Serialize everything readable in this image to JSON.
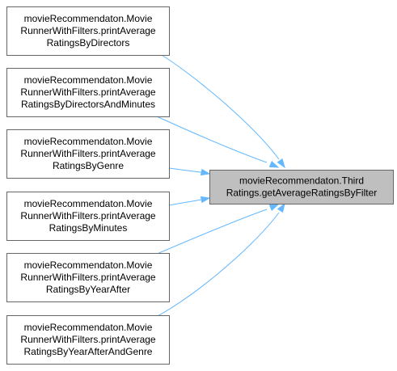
{
  "diagram": {
    "target": {
      "lines": [
        "movieRecommendaton.Third",
        "Ratings.getAverageRatingsByFilter"
      ]
    },
    "callers": [
      {
        "lines": [
          "movieRecommendaton.Movie",
          "RunnerWithFilters.printAverage",
          "RatingsByDirectors"
        ]
      },
      {
        "lines": [
          "movieRecommendaton.Movie",
          "RunnerWithFilters.printAverage",
          "RatingsByDirectorsAndMinutes"
        ]
      },
      {
        "lines": [
          "movieRecommendaton.Movie",
          "RunnerWithFilters.printAverage",
          "RatingsByGenre"
        ]
      },
      {
        "lines": [
          "movieRecommendaton.Movie",
          "RunnerWithFilters.printAverage",
          "RatingsByMinutes"
        ]
      },
      {
        "lines": [
          "movieRecommendaton.Movie",
          "RunnerWithFilters.printAverage",
          "RatingsByYearAfter"
        ]
      },
      {
        "lines": [
          "movieRecommendaton.Movie",
          "RunnerWithFilters.printAverage",
          "RatingsByYearAfterAndGenre"
        ]
      }
    ],
    "colors": {
      "edge": "#63b8ff",
      "target_fill": "#bfbfbf",
      "box_stroke": "#666666"
    }
  }
}
